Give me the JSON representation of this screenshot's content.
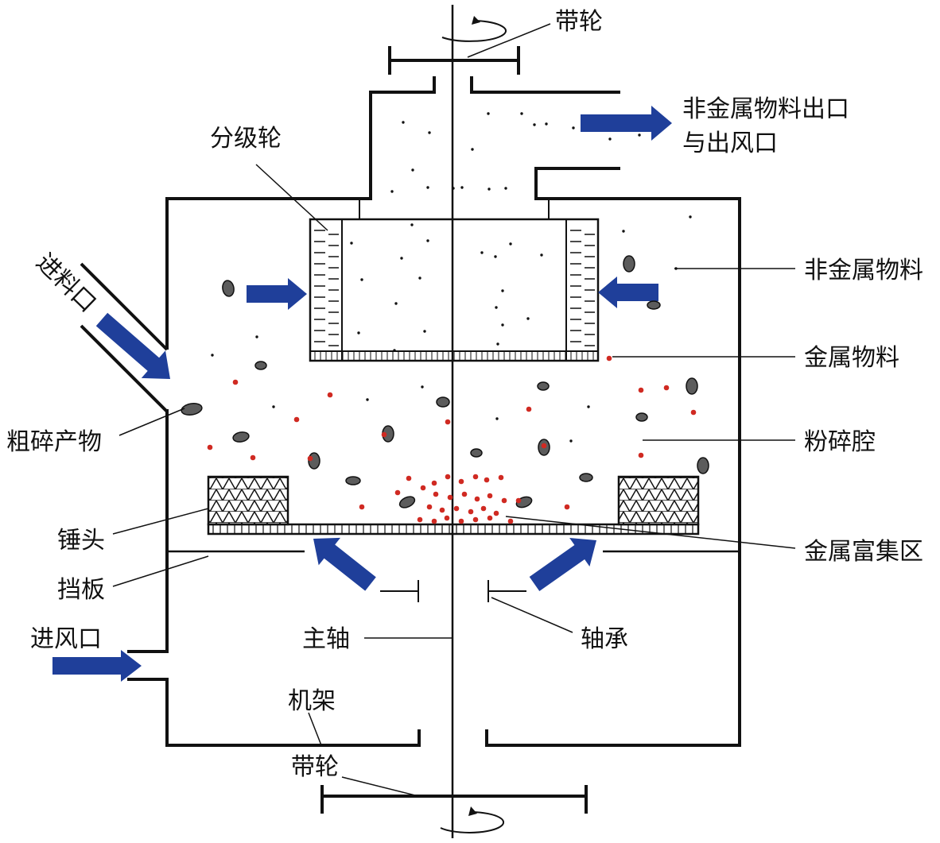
{
  "labels": {
    "belt_wheel_top": "带轮",
    "nonmetal_outlet_line1": "非金属物料出口",
    "nonmetal_outlet_line2": "与出风口",
    "classifier_wheel": "分级轮",
    "feed_inlet": "进料口",
    "nonmetal_material": "非金属物料",
    "metal_material": "金属物料",
    "coarse_product": "粗碎产物",
    "crushing_chamber": "粉碎腔",
    "hammer": "锤头",
    "metal_enrichment_zone": "金属富集区",
    "baffle": "挡板",
    "air_inlet": "进风口",
    "main_shaft": "主轴",
    "bearing": "轴承",
    "frame": "机架",
    "belt_wheel_bottom": "带轮"
  },
  "colors": {
    "arrow": "#1f3f9a",
    "metal_particle": "#d02a22",
    "coarse_particle": "#5c5c5c",
    "nonmetal_particle": "#111111",
    "line": "#111111"
  },
  "icons": {
    "top_rotation": "rotation-arrow-icon",
    "bottom_rotation": "rotation-arrow-icon"
  }
}
